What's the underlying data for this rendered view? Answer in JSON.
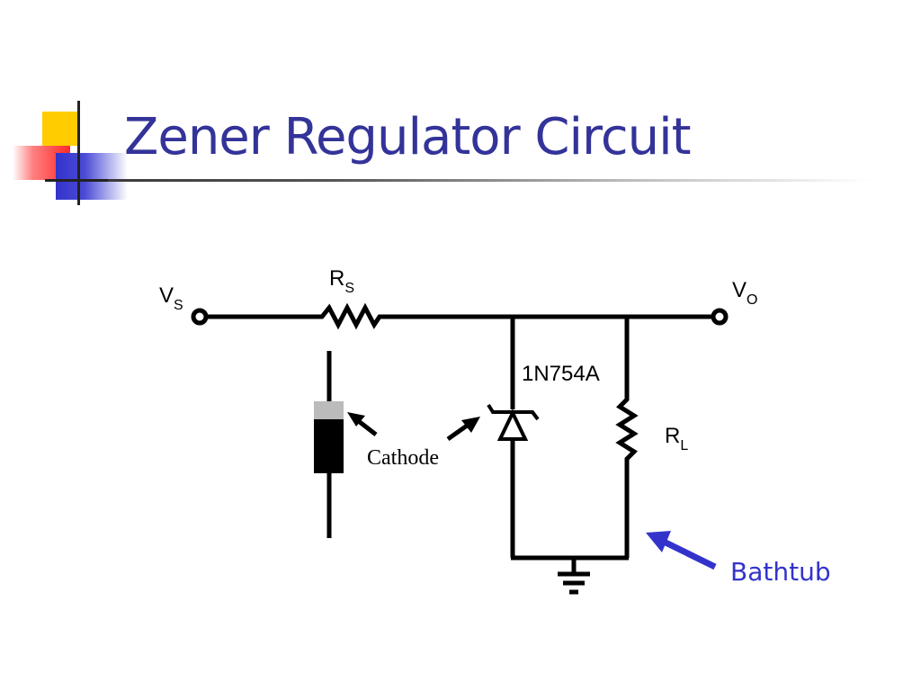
{
  "slide": {
    "title": "Zener Regulator Circuit"
  },
  "circuit": {
    "input_label": {
      "main": "V",
      "sub": "S"
    },
    "output_label": {
      "main": "V",
      "sub": "O"
    },
    "series_resistor": {
      "main": "R",
      "sub": "S"
    },
    "load_resistor": {
      "main": "R",
      "sub": "L"
    },
    "zener_part": "1N754A",
    "cathode_label": "Cathode",
    "bathtub_label": "Bathtub"
  },
  "colors": {
    "title": "#333399",
    "wire": "#000000",
    "bathtub_arrow": "#3333cc",
    "diode_band": "#bbbbbb"
  }
}
